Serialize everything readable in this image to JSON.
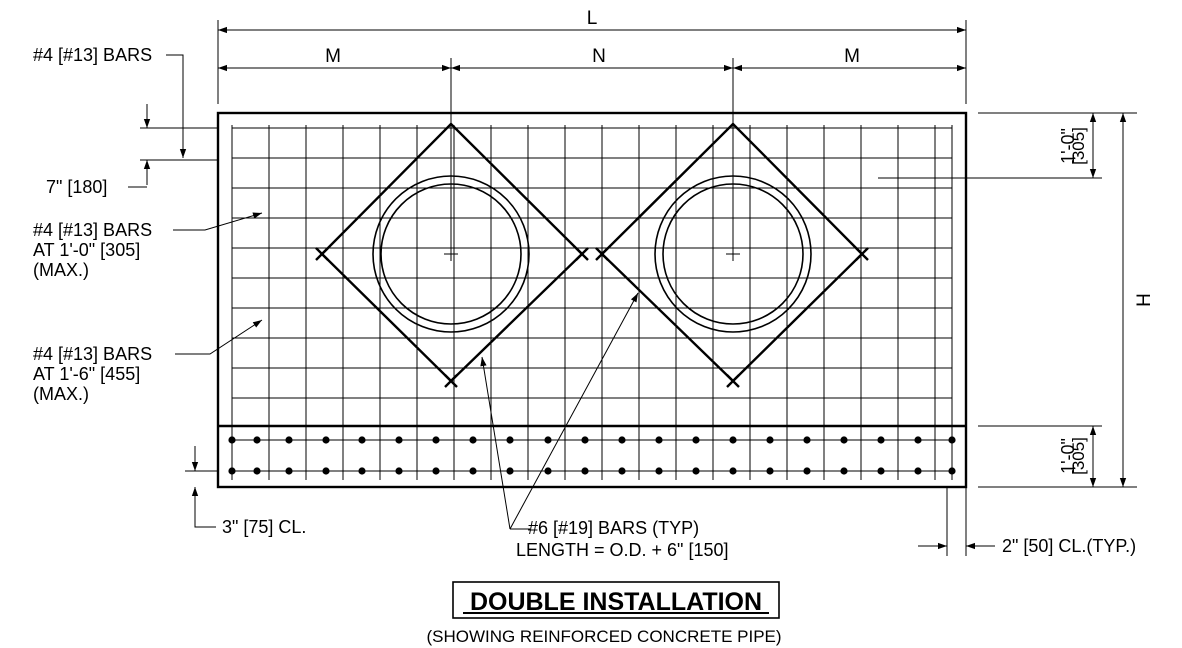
{
  "dimensions": {
    "overall_length": "L",
    "end_segment": "M",
    "center_spacing": "N",
    "height": "H",
    "top_cover": "1'-0\"",
    "top_cover_metric": "[305]",
    "bottom_cover": "1'-0\"",
    "bottom_cover_metric": "[305]"
  },
  "callouts": {
    "top_bars": "#4 [#13] BARS",
    "top_spacing": "7\" [180]",
    "vert_bars_line1": "#4 [#13] BARS",
    "vert_bars_line2": "AT 1'-0\" [305]",
    "vert_bars_line3": "(MAX.)",
    "horiz_bars_line1": "#4 [#13] BARS",
    "horiz_bars_line2": "AT 1'-6\" [455]",
    "horiz_bars_line3": "(MAX.)",
    "bottom_clear": "3\" [75] CL.",
    "diag_bars_line1": "#6 [#19] BARS (TYP)",
    "diag_bars_line2": "LENGTH = O.D. + 6\" [150]",
    "side_clear": "2\" [50] CL.(TYP.)"
  },
  "title": {
    "main": "DOUBLE INSTALLATION",
    "subtitle": "(SHOWING REINFORCED CONCRETE PIPE)"
  }
}
